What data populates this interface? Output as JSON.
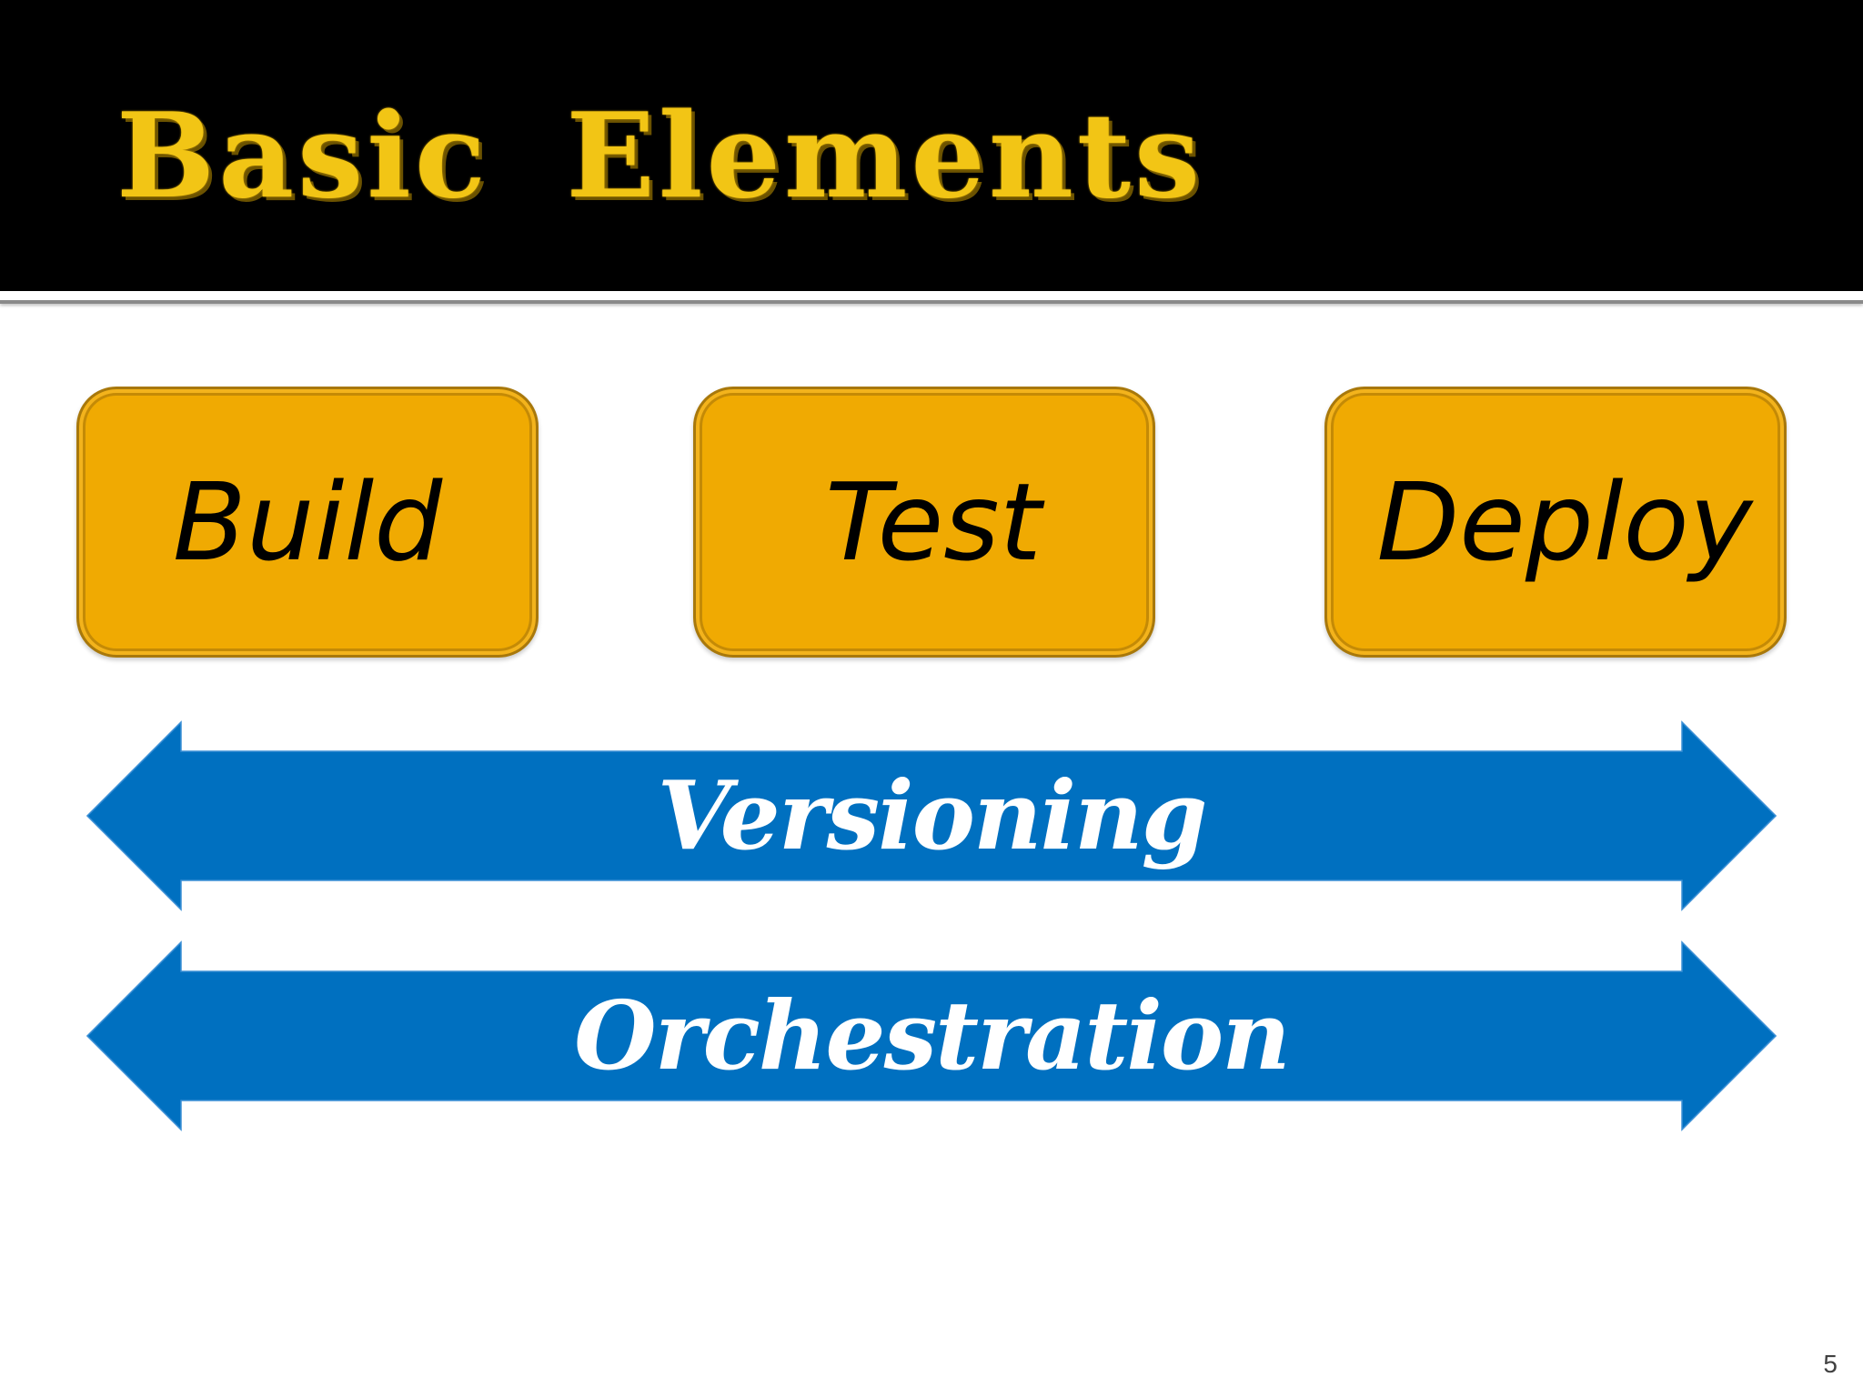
{
  "slide": {
    "title": "Basic Elements",
    "page_number": "5"
  },
  "stages": [
    {
      "label": "Build"
    },
    {
      "label": "Test"
    },
    {
      "label": "Deploy"
    }
  ],
  "bands": [
    {
      "label": "Versioning"
    },
    {
      "label": "Orchestration"
    }
  ],
  "colors": {
    "header_background": "#000000",
    "title_text": "#f2c515",
    "stage_fill": "#f0aa02",
    "stage_border": "#a8780b",
    "band_fill": "#0070c0",
    "band_outline": "#ffffff",
    "band_text": "#ffffff"
  },
  "icons": {
    "band_shape": "double-headed-arrow"
  }
}
